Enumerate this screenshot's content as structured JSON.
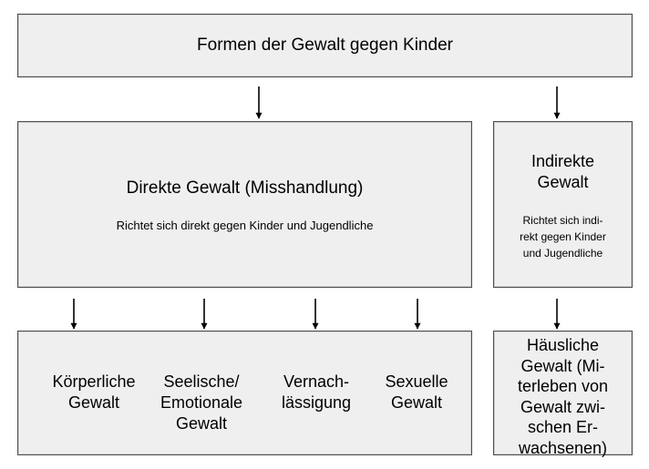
{
  "diagram": {
    "top": {
      "title": "Formen der Gewalt gegen Kinder"
    },
    "direct": {
      "title": "Direkte Gewalt (Misshandlung)",
      "description": "Richtet sich direkt gegen Kinder und Jugendliche"
    },
    "indirect": {
      "title": "Indirekte\nGewalt",
      "description": "Richtet sich indi-\nrekt gegen Kinder\nund Jugendliche"
    },
    "direct_types": [
      {
        "label": "Körperliche\nGewalt"
      },
      {
        "label": "Seelische/\nEmotionale\nGewalt"
      },
      {
        "label": "Vernach-\nlässigung"
      },
      {
        "label": "Sexuelle\nGewalt"
      }
    ],
    "indirect_types": [
      {
        "label": "Häusliche\nGewalt (Mi-\nterleben von\nGewalt zwi-\nschen Er-\nwachsenen)"
      }
    ]
  },
  "colors": {
    "box_fill": "#efefef",
    "box_border": "#4d4d4d",
    "arrow": "#000000"
  }
}
